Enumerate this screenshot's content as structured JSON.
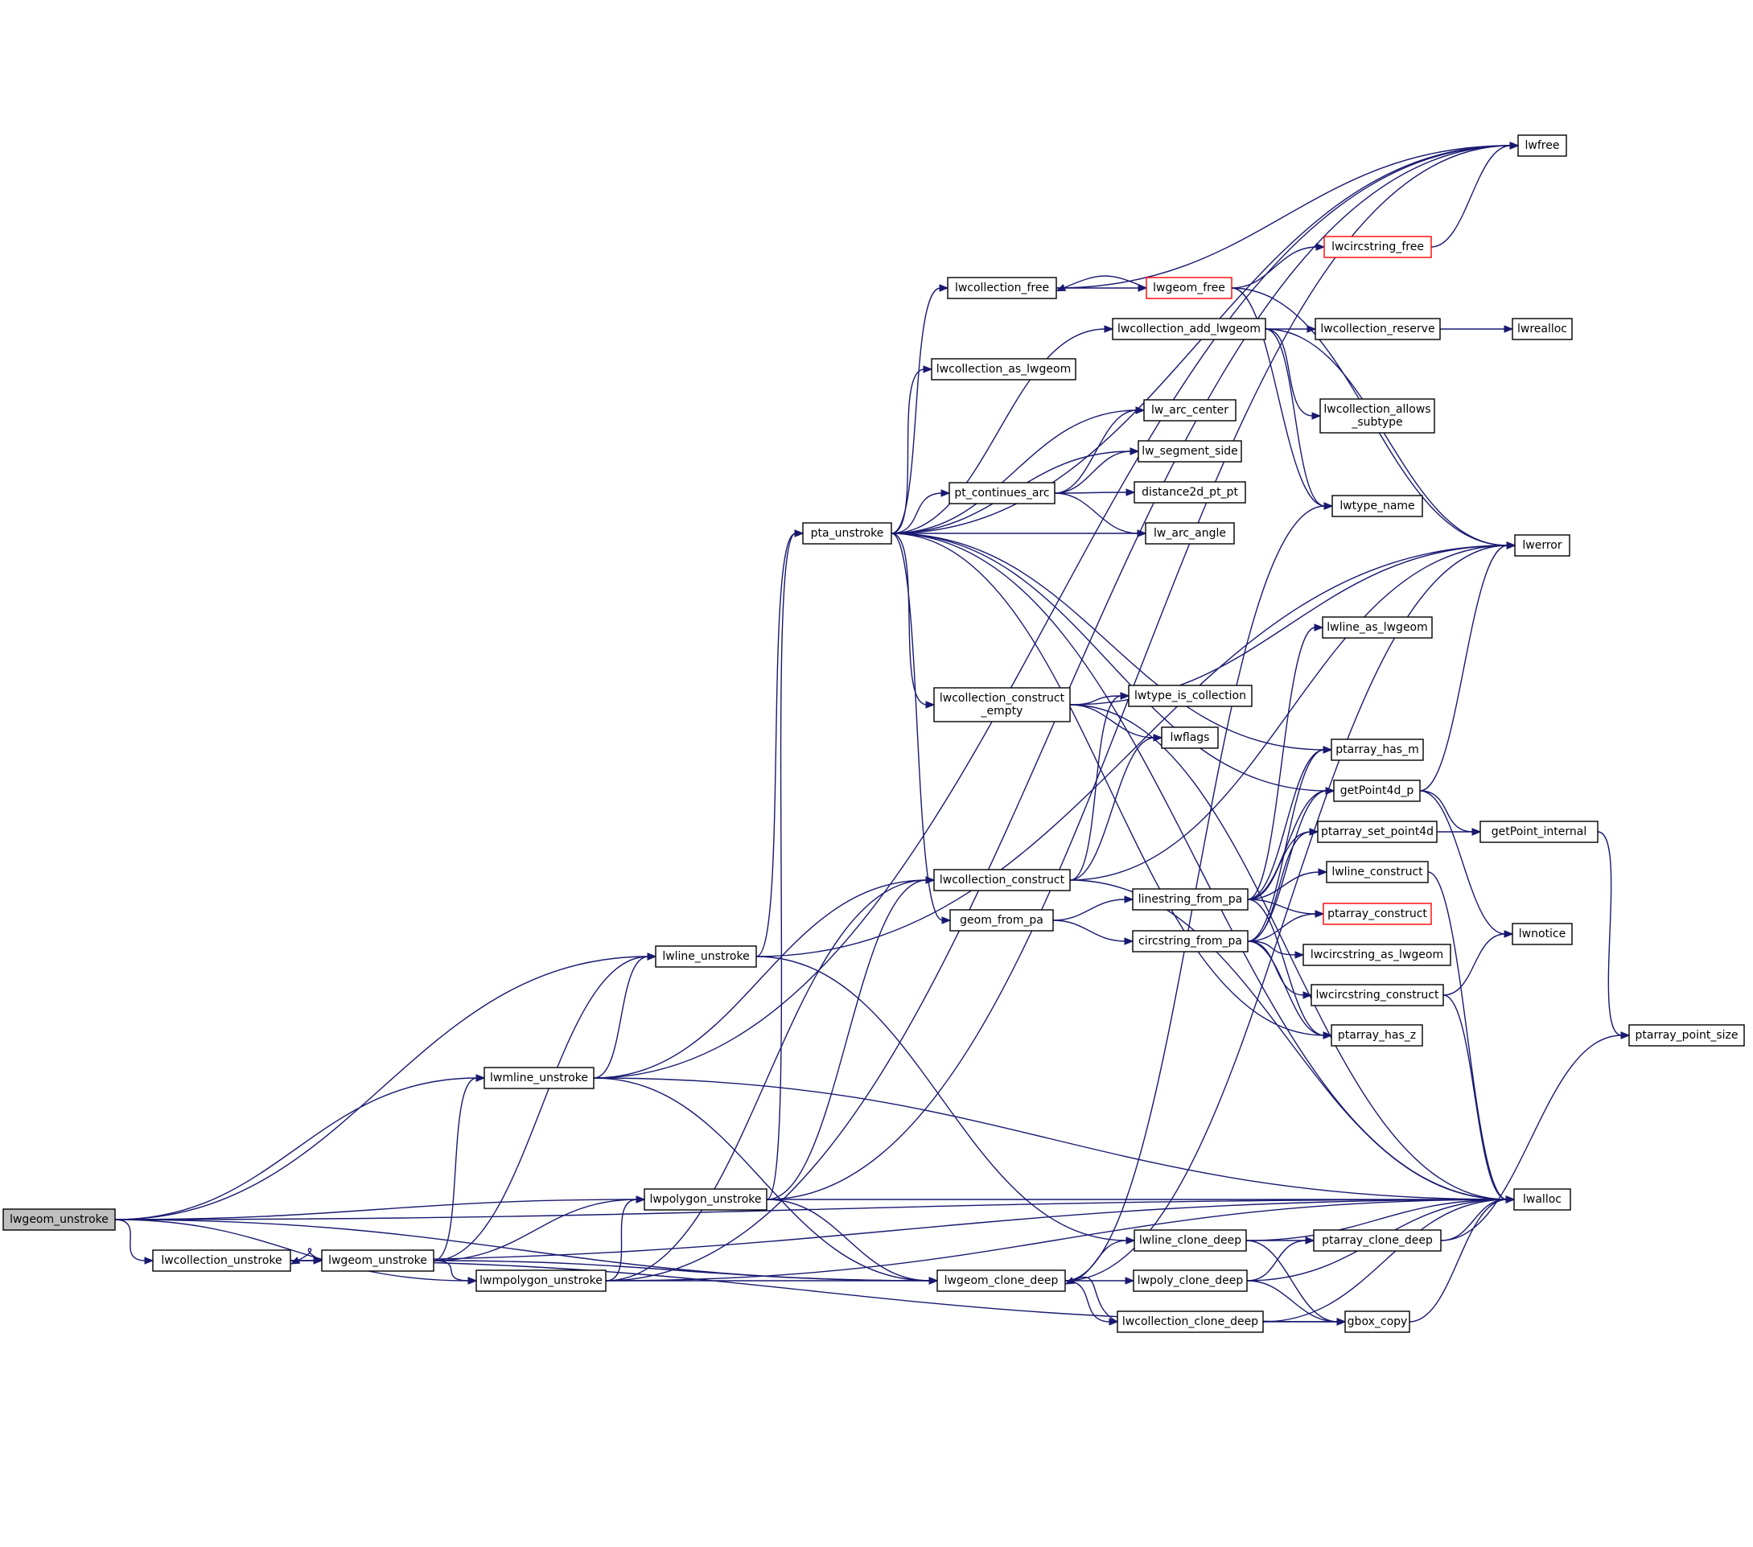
{
  "colors": {
    "edge": "#191970",
    "node_border": "#000000",
    "node_border_truncated": "#ff0000",
    "root_fill": "#bfbfbf",
    "background": "#ffffff"
  },
  "nodes": [
    {
      "id": "lwgeom_unstroke",
      "lines": [
        "lwgeom_unstroke"
      ],
      "root": true
    },
    {
      "id": "lwcollection_unstroke",
      "lines": [
        "lwcollection_unstroke"
      ]
    },
    {
      "id": "lwgeom_unstroke2",
      "lines": [
        "lwgeom_unstroke"
      ]
    },
    {
      "id": "lwline_unstroke",
      "lines": [
        "lwline_unstroke"
      ]
    },
    {
      "id": "lwmline_unstroke",
      "lines": [
        "lwmline_unstroke"
      ]
    },
    {
      "id": "lwpolygon_unstroke",
      "lines": [
        "lwpolygon_unstroke"
      ]
    },
    {
      "id": "lwmpolygon_unstroke",
      "lines": [
        "lwmpolygon_unstroke"
      ]
    },
    {
      "id": "pta_unstroke",
      "lines": [
        "pta_unstroke"
      ]
    },
    {
      "id": "lwcollection_free",
      "lines": [
        "lwcollection_free"
      ]
    },
    {
      "id": "lwcollection_as_lwgeom",
      "lines": [
        "lwcollection_as_lwgeom"
      ]
    },
    {
      "id": "pt_continues_arc",
      "lines": [
        "pt_continues_arc"
      ]
    },
    {
      "id": "lwcollection_construct_empty",
      "lines": [
        "lwcollection_construct",
        "_empty"
      ]
    },
    {
      "id": "lwcollection_construct",
      "lines": [
        "lwcollection_construct"
      ]
    },
    {
      "id": "geom_from_pa",
      "lines": [
        "geom_from_pa"
      ]
    },
    {
      "id": "lwgeom_clone_deep",
      "lines": [
        "lwgeom_clone_deep"
      ]
    },
    {
      "id": "lwgeom_free",
      "lines": [
        "lwgeom_free"
      ],
      "truncated": true
    },
    {
      "id": "lwcollection_add_lwgeom",
      "lines": [
        "lwcollection_add_lwgeom"
      ]
    },
    {
      "id": "lw_arc_center",
      "lines": [
        "lw_arc_center"
      ]
    },
    {
      "id": "lw_segment_side",
      "lines": [
        "lw_segment_side"
      ]
    },
    {
      "id": "distance2d_pt_pt",
      "lines": [
        "distance2d_pt_pt"
      ]
    },
    {
      "id": "lw_arc_angle",
      "lines": [
        "lw_arc_angle"
      ]
    },
    {
      "id": "lwtype_is_collection",
      "lines": [
        "lwtype_is_collection"
      ]
    },
    {
      "id": "lwflags",
      "lines": [
        "lwflags"
      ]
    },
    {
      "id": "linestring_from_pa",
      "lines": [
        "linestring_from_pa"
      ]
    },
    {
      "id": "circstring_from_pa",
      "lines": [
        "circstring_from_pa"
      ]
    },
    {
      "id": "lwline_clone_deep",
      "lines": [
        "lwline_clone_deep"
      ]
    },
    {
      "id": "lwpoly_clone_deep",
      "lines": [
        "lwpoly_clone_deep"
      ]
    },
    {
      "id": "lwcollection_clone_deep",
      "lines": [
        "lwcollection_clone_deep"
      ]
    },
    {
      "id": "lwcircstring_free",
      "lines": [
        "lwcircstring_free"
      ],
      "truncated": true
    },
    {
      "id": "lwcollection_reserve",
      "lines": [
        "lwcollection_reserve"
      ]
    },
    {
      "id": "lwcollection_allows_subtype",
      "lines": [
        "lwcollection_allows",
        "_subtype"
      ]
    },
    {
      "id": "lwtype_name",
      "lines": [
        "lwtype_name"
      ]
    },
    {
      "id": "lwline_as_lwgeom",
      "lines": [
        "lwline_as_lwgeom"
      ]
    },
    {
      "id": "ptarray_has_m",
      "lines": [
        "ptarray_has_m"
      ]
    },
    {
      "id": "getPoint4d_p",
      "lines": [
        "getPoint4d_p"
      ]
    },
    {
      "id": "ptarray_set_point4d",
      "lines": [
        "ptarray_set_point4d"
      ]
    },
    {
      "id": "lwline_construct",
      "lines": [
        "lwline_construct"
      ]
    },
    {
      "id": "ptarray_construct",
      "lines": [
        "ptarray_construct"
      ],
      "truncated": true
    },
    {
      "id": "lwcircstring_as_lwgeom",
      "lines": [
        "lwcircstring_as_lwgeom"
      ]
    },
    {
      "id": "lwcircstring_construct",
      "lines": [
        "lwcircstring_construct"
      ]
    },
    {
      "id": "ptarray_has_z",
      "lines": [
        "ptarray_has_z"
      ]
    },
    {
      "id": "ptarray_clone_deep",
      "lines": [
        "ptarray_clone_deep"
      ]
    },
    {
      "id": "gbox_copy",
      "lines": [
        "gbox_copy"
      ]
    },
    {
      "id": "lwfree",
      "lines": [
        "lwfree"
      ]
    },
    {
      "id": "lwrealloc",
      "lines": [
        "lwrealloc"
      ]
    },
    {
      "id": "lwerror",
      "lines": [
        "lwerror"
      ]
    },
    {
      "id": "getPoint_internal",
      "lines": [
        "getPoint_internal"
      ]
    },
    {
      "id": "lwnotice",
      "lines": [
        "lwnotice"
      ]
    },
    {
      "id": "lwalloc",
      "lines": [
        "lwalloc"
      ]
    },
    {
      "id": "ptarray_point_size",
      "lines": [
        "ptarray_point_size"
      ]
    }
  ],
  "edges": [
    [
      "lwgeom_unstroke",
      "lwline_unstroke"
    ],
    [
      "lwgeom_unstroke",
      "lwmline_unstroke"
    ],
    [
      "lwgeom_unstroke",
      "lwpolygon_unstroke"
    ],
    [
      "lwgeom_unstroke",
      "lwcollection_unstroke"
    ],
    [
      "lwgeom_unstroke",
      "lwmpolygon_unstroke"
    ],
    [
      "lwgeom_unstroke",
      "lwgeom_clone_deep"
    ],
    [
      "lwgeom_unstroke",
      "lwalloc"
    ],
    [
      "lwcollection_unstroke",
      "lwgeom_unstroke2"
    ],
    [
      "lwcollection_unstroke",
      "gbox_copy"
    ],
    [
      "lwcollection_unstroke",
      "lwalloc"
    ],
    [
      "lwgeom_unstroke2",
      "lwcollection_unstroke"
    ],
    [
      "lwgeom_unstroke2",
      "lwline_unstroke"
    ],
    [
      "lwgeom_unstroke2",
      "lwmline_unstroke"
    ],
    [
      "lwgeom_unstroke2",
      "lwpolygon_unstroke"
    ],
    [
      "lwgeom_unstroke2",
      "lwmpolygon_unstroke"
    ],
    [
      "lwgeom_unstroke2",
      "lwgeom_clone_deep"
    ],
    [
      "lwline_unstroke",
      "pta_unstroke"
    ],
    [
      "lwline_unstroke",
      "lwline_clone_deep"
    ],
    [
      "lwline_unstroke",
      "lwerror"
    ],
    [
      "lwmline_unstroke",
      "lwline_unstroke"
    ],
    [
      "lwmline_unstroke",
      "lwcollection_construct"
    ],
    [
      "lwmline_unstroke",
      "lwgeom_clone_deep"
    ],
    [
      "lwmline_unstroke",
      "lwfree"
    ],
    [
      "lwmline_unstroke",
      "lwalloc"
    ],
    [
      "lwpolygon_unstroke",
      "pta_unstroke"
    ],
    [
      "lwpolygon_unstroke",
      "lwcollection_construct"
    ],
    [
      "lwpolygon_unstroke",
      "lwgeom_clone_deep"
    ],
    [
      "lwpolygon_unstroke",
      "lwfree"
    ],
    [
      "lwpolygon_unstroke",
      "lwalloc"
    ],
    [
      "lwmpolygon_unstroke",
      "lwpolygon_unstroke"
    ],
    [
      "lwmpolygon_unstroke",
      "lwcollection_construct"
    ],
    [
      "lwmpolygon_unstroke",
      "lwgeom_clone_deep"
    ],
    [
      "lwmpolygon_unstroke",
      "lwfree"
    ],
    [
      "lwmpolygon_unstroke",
      "lwalloc"
    ],
    [
      "pta_unstroke",
      "lwcollection_free"
    ],
    [
      "pta_unstroke",
      "lwcollection_as_lwgeom"
    ],
    [
      "pta_unstroke",
      "pt_continues_arc"
    ],
    [
      "pta_unstroke",
      "lwcollection_construct_empty"
    ],
    [
      "pta_unstroke",
      "lwcollection_add_lwgeom"
    ],
    [
      "pta_unstroke",
      "geom_from_pa"
    ],
    [
      "pta_unstroke",
      "lw_arc_center"
    ],
    [
      "pta_unstroke",
      "lw_segment_side"
    ],
    [
      "pta_unstroke",
      "lw_arc_angle"
    ],
    [
      "pta_unstroke",
      "getPoint4d_p"
    ],
    [
      "pta_unstroke",
      "ptarray_has_m"
    ],
    [
      "pta_unstroke",
      "ptarray_has_z"
    ],
    [
      "pta_unstroke",
      "lwfree"
    ],
    [
      "pta_unstroke",
      "lwalloc"
    ],
    [
      "lwcollection_free",
      "lwgeom_free"
    ],
    [
      "lwcollection_free",
      "lwfree"
    ],
    [
      "lwgeom_free",
      "lwcollection_free"
    ],
    [
      "lwgeom_free",
      "lwcircstring_free"
    ],
    [
      "lwgeom_free",
      "lwtype_name"
    ],
    [
      "lwgeom_free",
      "lwerror"
    ],
    [
      "lwcircstring_free",
      "lwfree"
    ],
    [
      "lwcollection_add_lwgeom",
      "lwcollection_reserve"
    ],
    [
      "lwcollection_add_lwgeom",
      "lwcollection_allows_subtype"
    ],
    [
      "lwcollection_add_lwgeom",
      "lwtype_name"
    ],
    [
      "lwcollection_add_lwgeom",
      "lwerror"
    ],
    [
      "lwcollection_reserve",
      "lwrealloc"
    ],
    [
      "pt_continues_arc",
      "lw_arc_center"
    ],
    [
      "pt_continues_arc",
      "lw_segment_side"
    ],
    [
      "pt_continues_arc",
      "distance2d_pt_pt"
    ],
    [
      "pt_continues_arc",
      "lw_arc_angle"
    ],
    [
      "lwcollection_construct_empty",
      "lwtype_is_collection"
    ],
    [
      "lwcollection_construct_empty",
      "lwflags"
    ],
    [
      "lwcollection_construct_empty",
      "lwerror"
    ],
    [
      "lwcollection_construct_empty",
      "lwalloc"
    ],
    [
      "lwcollection_construct",
      "lwtype_is_collection"
    ],
    [
      "lwcollection_construct",
      "lwflags"
    ],
    [
      "lwcollection_construct",
      "lwerror"
    ],
    [
      "lwcollection_construct",
      "lwalloc"
    ],
    [
      "geom_from_pa",
      "linestring_from_pa"
    ],
    [
      "geom_from_pa",
      "circstring_from_pa"
    ],
    [
      "linestring_from_pa",
      "lwline_as_lwgeom"
    ],
    [
      "linestring_from_pa",
      "ptarray_has_m"
    ],
    [
      "linestring_from_pa",
      "getPoint4d_p"
    ],
    [
      "linestring_from_pa",
      "ptarray_set_point4d"
    ],
    [
      "linestring_from_pa",
      "lwline_construct"
    ],
    [
      "linestring_from_pa",
      "ptarray_construct"
    ],
    [
      "linestring_from_pa",
      "ptarray_has_z"
    ],
    [
      "circstring_from_pa",
      "getPoint4d_p"
    ],
    [
      "circstring_from_pa",
      "ptarray_set_point4d"
    ],
    [
      "circstring_from_pa",
      "ptarray_has_m"
    ],
    [
      "circstring_from_pa",
      "ptarray_construct"
    ],
    [
      "circstring_from_pa",
      "lwcircstring_as_lwgeom"
    ],
    [
      "circstring_from_pa",
      "lwcircstring_construct"
    ],
    [
      "circstring_from_pa",
      "ptarray_has_z"
    ],
    [
      "lwgeom_clone_deep",
      "lwline_clone_deep"
    ],
    [
      "lwgeom_clone_deep",
      "lwpoly_clone_deep"
    ],
    [
      "lwgeom_clone_deep",
      "lwcollection_clone_deep"
    ],
    [
      "lwgeom_clone_deep",
      "lwtype_name"
    ],
    [
      "lwgeom_clone_deep",
      "lwerror"
    ],
    [
      "lwcollection_clone_deep",
      "lwgeom_clone_deep"
    ],
    [
      "lwcollection_clone_deep",
      "gbox_copy"
    ],
    [
      "lwcollection_clone_deep",
      "lwalloc"
    ],
    [
      "lwline_clone_deep",
      "ptarray_clone_deep"
    ],
    [
      "lwline_clone_deep",
      "gbox_copy"
    ],
    [
      "lwline_clone_deep",
      "lwalloc"
    ],
    [
      "lwpoly_clone_deep",
      "ptarray_clone_deep"
    ],
    [
      "lwpoly_clone_deep",
      "gbox_copy"
    ],
    [
      "lwpoly_clone_deep",
      "lwalloc"
    ],
    [
      "ptarray_clone_deep",
      "ptarray_point_size"
    ],
    [
      "ptarray_clone_deep",
      "lwalloc"
    ],
    [
      "gbox_copy",
      "lwalloc"
    ],
    [
      "getPoint4d_p",
      "getPoint_internal"
    ],
    [
      "getPoint4d_p",
      "lwerror"
    ],
    [
      "getPoint4d_p",
      "lwnotice"
    ],
    [
      "ptarray_set_point4d",
      "getPoint_internal"
    ],
    [
      "getPoint_internal",
      "ptarray_point_size"
    ],
    [
      "lwline_construct",
      "lwalloc"
    ],
    [
      "lwcircstring_construct",
      "lwnotice"
    ],
    [
      "lwcircstring_construct",
      "lwalloc"
    ]
  ]
}
